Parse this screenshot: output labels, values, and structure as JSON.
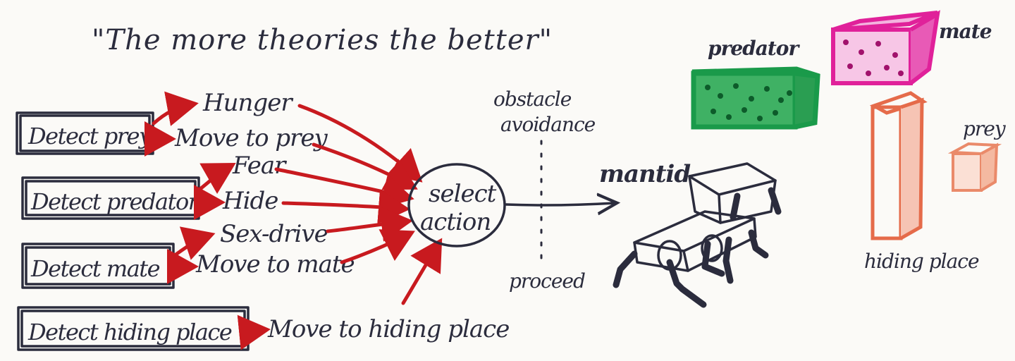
{
  "title": "\"The more theories the better\"",
  "detectors": [
    {
      "label": "Detect prey"
    },
    {
      "label": "Detect predator"
    },
    {
      "label": "Detect mate"
    },
    {
      "label": "Detect hiding place"
    }
  ],
  "behaviors": [
    {
      "label": "Hunger"
    },
    {
      "label": "Move to prey"
    },
    {
      "label": "Fear"
    },
    {
      "label": "Hide"
    },
    {
      "label": "Sex-drive"
    },
    {
      "label": "Move to mate"
    },
    {
      "label": "Move to hiding place"
    }
  ],
  "selector": {
    "line1": "select",
    "line2": "action"
  },
  "obstacle": {
    "line1": "obstacle",
    "line2": "avoidance",
    "bottom": "proceed"
  },
  "agent_label": "mantid",
  "objects": {
    "predator": "predator",
    "mate": "mate",
    "prey": "prey",
    "hiding_place": "hiding place"
  },
  "colors": {
    "ink": "#2b2c3d",
    "arrow": "#c81a1f",
    "predator": "#1a9a4a",
    "mate": "#e0219a",
    "hiding": "#e56b4a",
    "prey": "#ea8a6a"
  }
}
